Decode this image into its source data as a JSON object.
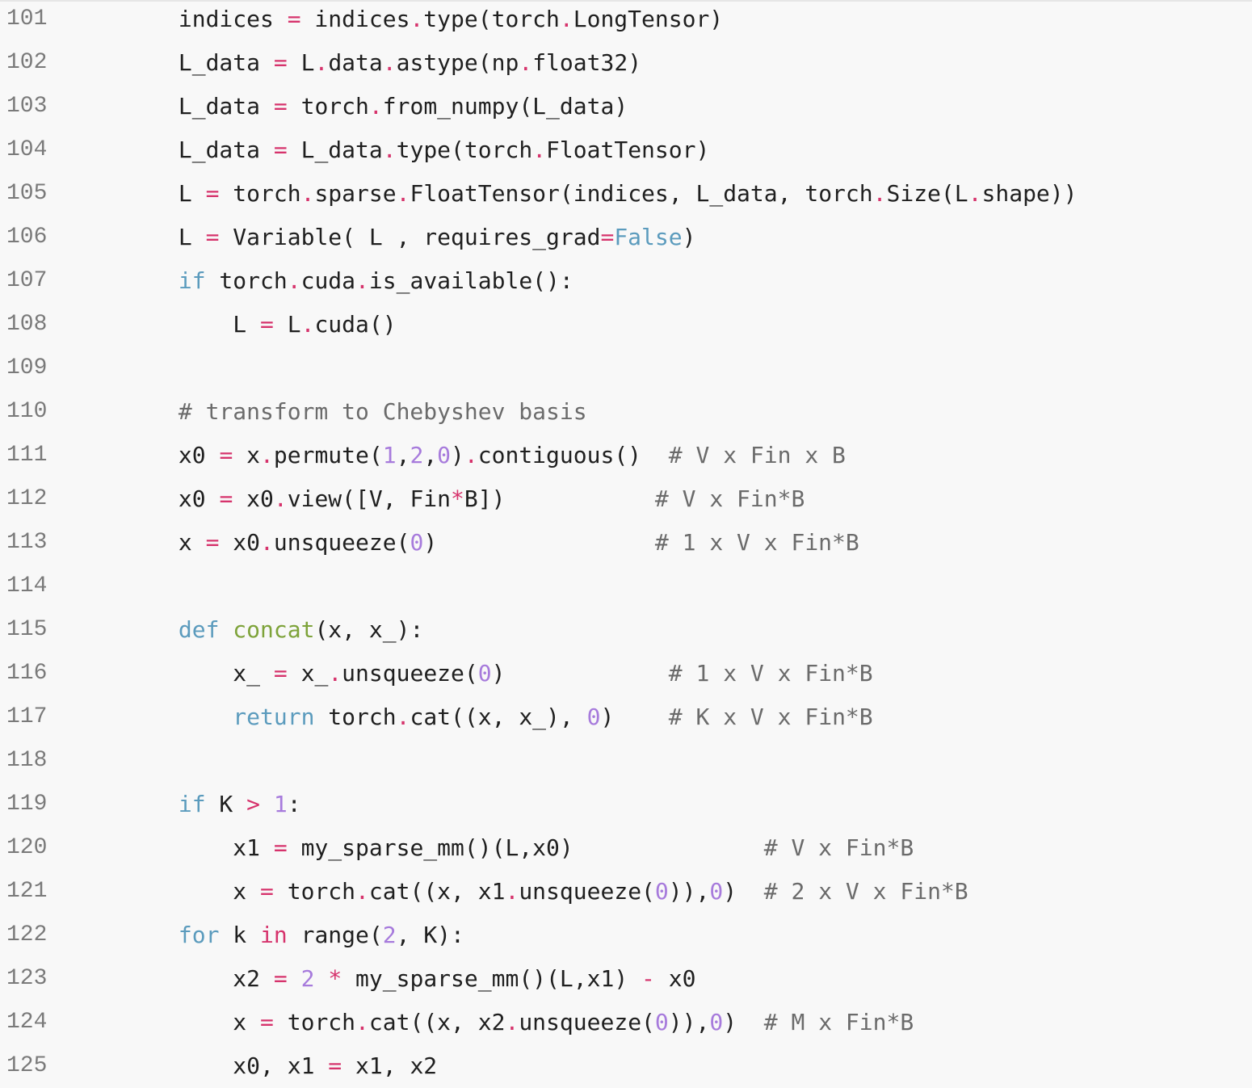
{
  "colors": {
    "background": "#f8f8f8",
    "line_number": "#7a7a7a",
    "plain": "#1f1f1f",
    "operator": "#d6336c",
    "keyword": "#5b9bbd",
    "number": "#a77bdc",
    "comment": "#6b6b6b",
    "function_name": "#7ea33a"
  },
  "code": {
    "lines": [
      {
        "number": "101",
        "tokens": [
          [
            "        indices ",
            "p"
          ],
          [
            "=",
            "o"
          ],
          [
            " indices",
            "p"
          ],
          [
            ".",
            "o"
          ],
          [
            "type(torch",
            "p"
          ],
          [
            ".",
            "o"
          ],
          [
            "LongTensor)",
            "p"
          ]
        ]
      },
      {
        "number": "102",
        "tokens": [
          [
            "        L_data ",
            "p"
          ],
          [
            "=",
            "o"
          ],
          [
            " L",
            "p"
          ],
          [
            ".",
            "o"
          ],
          [
            "data",
            "p"
          ],
          [
            ".",
            "o"
          ],
          [
            "astype(np",
            "p"
          ],
          [
            ".",
            "o"
          ],
          [
            "float32)",
            "p"
          ]
        ]
      },
      {
        "number": "103",
        "tokens": [
          [
            "        L_data ",
            "p"
          ],
          [
            "=",
            "o"
          ],
          [
            " torch",
            "p"
          ],
          [
            ".",
            "o"
          ],
          [
            "from_numpy(L_data)",
            "p"
          ]
        ]
      },
      {
        "number": "104",
        "tokens": [
          [
            "        L_data ",
            "p"
          ],
          [
            "=",
            "o"
          ],
          [
            " L_data",
            "p"
          ],
          [
            ".",
            "o"
          ],
          [
            "type(torch",
            "p"
          ],
          [
            ".",
            "o"
          ],
          [
            "FloatTensor)",
            "p"
          ]
        ]
      },
      {
        "number": "105",
        "tokens": [
          [
            "        L ",
            "p"
          ],
          [
            "=",
            "o"
          ],
          [
            " torch",
            "p"
          ],
          [
            ".",
            "o"
          ],
          [
            "sparse",
            "p"
          ],
          [
            ".",
            "o"
          ],
          [
            "FloatTensor(indices, L_data, torch",
            "p"
          ],
          [
            ".",
            "o"
          ],
          [
            "Size(L",
            "p"
          ],
          [
            ".",
            "o"
          ],
          [
            "shape))",
            "p"
          ]
        ]
      },
      {
        "number": "106",
        "tokens": [
          [
            "        L ",
            "p"
          ],
          [
            "=",
            "o"
          ],
          [
            " Variable( L , requires_grad",
            "p"
          ],
          [
            "=",
            "o"
          ],
          [
            "False",
            "k"
          ],
          [
            ")",
            "p"
          ]
        ]
      },
      {
        "number": "107",
        "tokens": [
          [
            "        ",
            "p"
          ],
          [
            "if",
            "k"
          ],
          [
            " torch",
            "p"
          ],
          [
            ".",
            "o"
          ],
          [
            "cuda",
            "p"
          ],
          [
            ".",
            "o"
          ],
          [
            "is_available():",
            "p"
          ]
        ]
      },
      {
        "number": "108",
        "tokens": [
          [
            "            L ",
            "p"
          ],
          [
            "=",
            "o"
          ],
          [
            " L",
            "p"
          ],
          [
            ".",
            "o"
          ],
          [
            "cuda()",
            "p"
          ]
        ]
      },
      {
        "number": "109",
        "tokens": []
      },
      {
        "number": "110",
        "tokens": [
          [
            "        ",
            "p"
          ],
          [
            "# transform to Chebyshev basis",
            "c"
          ]
        ]
      },
      {
        "number": "111",
        "tokens": [
          [
            "        x0 ",
            "p"
          ],
          [
            "=",
            "o"
          ],
          [
            " x",
            "p"
          ],
          [
            ".",
            "o"
          ],
          [
            "permute(",
            "p"
          ],
          [
            "1",
            "n"
          ],
          [
            ",",
            "p"
          ],
          [
            "2",
            "n"
          ],
          [
            ",",
            "p"
          ],
          [
            "0",
            "n"
          ],
          [
            ")",
            "p"
          ],
          [
            ".",
            "o"
          ],
          [
            "contiguous()  ",
            "p"
          ],
          [
            "# V x Fin x B",
            "c"
          ]
        ]
      },
      {
        "number": "112",
        "tokens": [
          [
            "        x0 ",
            "p"
          ],
          [
            "=",
            "o"
          ],
          [
            " x0",
            "p"
          ],
          [
            ".",
            "o"
          ],
          [
            "view([V, Fin",
            "p"
          ],
          [
            "*",
            "o"
          ],
          [
            "B])           ",
            "p"
          ],
          [
            "# V x Fin*B",
            "c"
          ]
        ]
      },
      {
        "number": "113",
        "tokens": [
          [
            "        x ",
            "p"
          ],
          [
            "=",
            "o"
          ],
          [
            " x0",
            "p"
          ],
          [
            ".",
            "o"
          ],
          [
            "unsqueeze(",
            "p"
          ],
          [
            "0",
            "n"
          ],
          [
            ")                ",
            "p"
          ],
          [
            "# 1 x V x Fin*B",
            "c"
          ]
        ]
      },
      {
        "number": "114",
        "tokens": []
      },
      {
        "number": "115",
        "tokens": [
          [
            "        ",
            "p"
          ],
          [
            "def",
            "k"
          ],
          [
            " ",
            "p"
          ],
          [
            "concat",
            "f"
          ],
          [
            "(x, x_):",
            "p"
          ]
        ]
      },
      {
        "number": "116",
        "tokens": [
          [
            "            x_ ",
            "p"
          ],
          [
            "=",
            "o"
          ],
          [
            " x_",
            "p"
          ],
          [
            ".",
            "o"
          ],
          [
            "unsqueeze(",
            "p"
          ],
          [
            "0",
            "n"
          ],
          [
            ")            ",
            "p"
          ],
          [
            "# 1 x V x Fin*B",
            "c"
          ]
        ]
      },
      {
        "number": "117",
        "tokens": [
          [
            "            ",
            "p"
          ],
          [
            "return",
            "k"
          ],
          [
            " torch",
            "p"
          ],
          [
            ".",
            "o"
          ],
          [
            "cat((x, x_), ",
            "p"
          ],
          [
            "0",
            "n"
          ],
          [
            ")    ",
            "p"
          ],
          [
            "# K x V x Fin*B",
            "c"
          ]
        ]
      },
      {
        "number": "118",
        "tokens": []
      },
      {
        "number": "119",
        "tokens": [
          [
            "        ",
            "p"
          ],
          [
            "if",
            "k"
          ],
          [
            " K ",
            "p"
          ],
          [
            ">",
            "o"
          ],
          [
            " ",
            "p"
          ],
          [
            "1",
            "n"
          ],
          [
            ":",
            "p"
          ]
        ]
      },
      {
        "number": "120",
        "tokens": [
          [
            "            x1 ",
            "p"
          ],
          [
            "=",
            "o"
          ],
          [
            " my_sparse_mm()(L,x0)              ",
            "p"
          ],
          [
            "# V x Fin*B",
            "c"
          ]
        ]
      },
      {
        "number": "121",
        "tokens": [
          [
            "            x ",
            "p"
          ],
          [
            "=",
            "o"
          ],
          [
            " torch",
            "p"
          ],
          [
            ".",
            "o"
          ],
          [
            "cat((x, x1",
            "p"
          ],
          [
            ".",
            "o"
          ],
          [
            "unsqueeze(",
            "p"
          ],
          [
            "0",
            "n"
          ],
          [
            ")),",
            "p"
          ],
          [
            "0",
            "n"
          ],
          [
            ")  ",
            "p"
          ],
          [
            "# 2 x V x Fin*B",
            "c"
          ]
        ]
      },
      {
        "number": "122",
        "tokens": [
          [
            "        ",
            "p"
          ],
          [
            "for",
            "k"
          ],
          [
            " k ",
            "p"
          ],
          [
            "in",
            "m"
          ],
          [
            " range(",
            "p"
          ],
          [
            "2",
            "n"
          ],
          [
            ", K):",
            "p"
          ]
        ]
      },
      {
        "number": "123",
        "tokens": [
          [
            "            x2 ",
            "p"
          ],
          [
            "=",
            "o"
          ],
          [
            " ",
            "p"
          ],
          [
            "2",
            "n"
          ],
          [
            " ",
            "p"
          ],
          [
            "*",
            "o"
          ],
          [
            " my_sparse_mm()(L,x1) ",
            "p"
          ],
          [
            "-",
            "o"
          ],
          [
            " x0",
            "p"
          ]
        ]
      },
      {
        "number": "124",
        "tokens": [
          [
            "            x ",
            "p"
          ],
          [
            "=",
            "o"
          ],
          [
            " torch",
            "p"
          ],
          [
            ".",
            "o"
          ],
          [
            "cat((x, x2",
            "p"
          ],
          [
            ".",
            "o"
          ],
          [
            "unsqueeze(",
            "p"
          ],
          [
            "0",
            "n"
          ],
          [
            ")),",
            "p"
          ],
          [
            "0",
            "n"
          ],
          [
            ")  ",
            "p"
          ],
          [
            "# M x Fin*B",
            "c"
          ]
        ]
      },
      {
        "number": "125",
        "tokens": [
          [
            "            x0, x1 ",
            "p"
          ],
          [
            "=",
            "o"
          ],
          [
            " x1, x2",
            "p"
          ]
        ]
      }
    ]
  }
}
